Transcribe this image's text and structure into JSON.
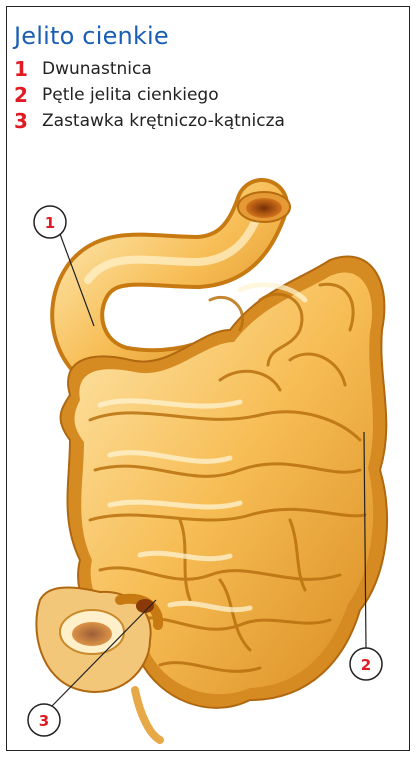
{
  "title": "Jelito cienkie",
  "legend": [
    {
      "num": "1",
      "label": "Dwunastnica"
    },
    {
      "num": "2",
      "label": "Pętle jelita cienkiego"
    },
    {
      "num": "3",
      "label": "Zastawka krętniczo-kątnicza"
    }
  ],
  "callouts": [
    {
      "num": "1"
    },
    {
      "num": "2"
    },
    {
      "num": "3"
    }
  ],
  "colors": {
    "title": "#1a5fb4",
    "accent": "#e01b24",
    "intestine_light": "#fde3a0",
    "intestine_mid": "#f6b84a",
    "intestine_dark": "#c77a12"
  }
}
